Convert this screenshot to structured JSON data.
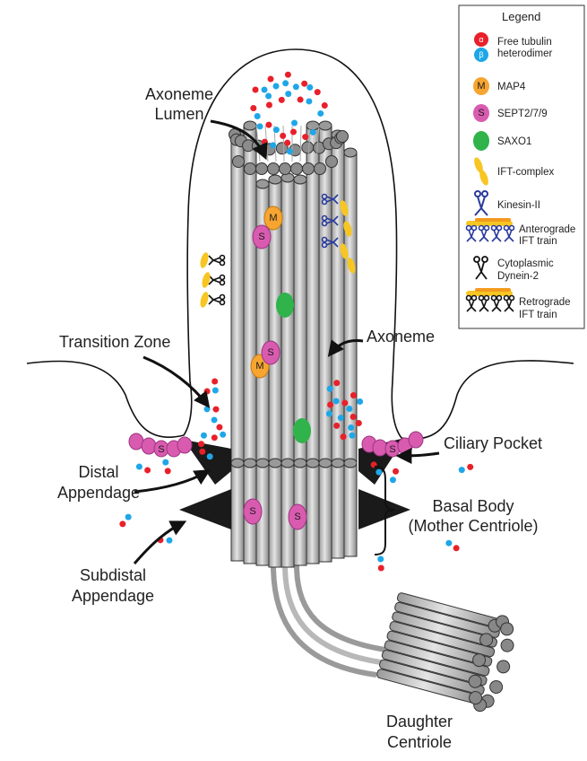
{
  "labels": {
    "axoneme_lumen_line1": "Axoneme",
    "axoneme_lumen_line2": "Lumen",
    "transition_zone": "Transition Zone",
    "axoneme": "Axoneme",
    "ciliary_pocket": "Ciliary Pocket",
    "distal_appendage_line1": "Distal",
    "distal_appendage_line2": "Appendage",
    "basal_body_line1": "Basal Body",
    "basal_body_line2": "(Mother Centriole)",
    "subdistal_appendage_line1": "Subdistal",
    "subdistal_appendage_line2": "Appendage",
    "daughter_centriole_line1": "Daughter",
    "daughter_centriole_line2": "Centriole"
  },
  "legend": {
    "title": "Legend",
    "alpha_glyph": "α",
    "beta_glyph": "β",
    "free_tubulin_line1": "Free tubulin",
    "free_tubulin_line2": "heterodimer",
    "map4_glyph": "M",
    "map4": "MAP4",
    "sept_glyph": "S",
    "sept": "SEPT2/7/9",
    "saxo1": "SAXO1",
    "ift_complex": "IFT-complex",
    "kinesin": "Kinesin-II",
    "anterograde_line1": "Anterograde",
    "anterograde_line2": "IFT train",
    "dynein_line1": "Cytoplasmic",
    "dynein_line2": "Dynein-2",
    "retrograde_line1": "Retrograde",
    "retrograde_line2": "IFT train"
  },
  "markers": {
    "map4_glyph": "M",
    "sept_glyph": "S"
  },
  "colors": {
    "alpha_tubulin": "#e8202a",
    "beta_tubulin": "#1ea7e8",
    "map4": "#f6a531",
    "sept": "#d95bb0",
    "saxo1": "#2fb34a",
    "ift": "#f7c623",
    "kinesin": "#2a3a9c",
    "dynein": "#111111",
    "microtubule": "#c8c8c8",
    "appendage": "#1a1a1a"
  }
}
